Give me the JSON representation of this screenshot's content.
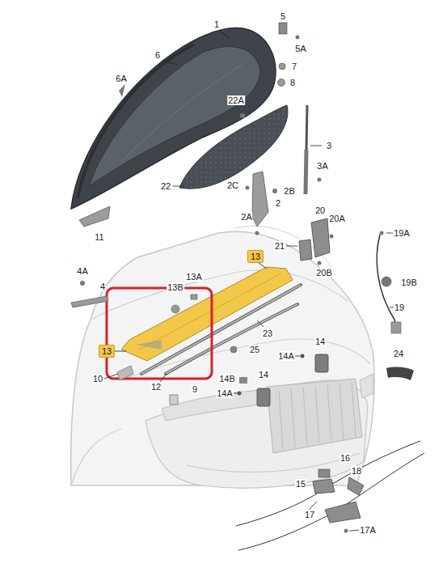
{
  "diagram": {
    "labels": [
      "1",
      "5",
      "5A",
      "6",
      "6A",
      "7",
      "8",
      "22A",
      "3",
      "22",
      "2C",
      "2B",
      "3A",
      "2",
      "2A",
      "11",
      "20",
      "20A",
      "19A",
      "21",
      "20B",
      "19B",
      "19",
      "13",
      "4A",
      "13B",
      "13A",
      "4",
      "13",
      "10",
      "12",
      "9",
      "23",
      "25",
      "14",
      "14A",
      "14B",
      "14",
      "14A",
      "24",
      "16",
      "15",
      "18",
      "17",
      "17A"
    ]
  }
}
